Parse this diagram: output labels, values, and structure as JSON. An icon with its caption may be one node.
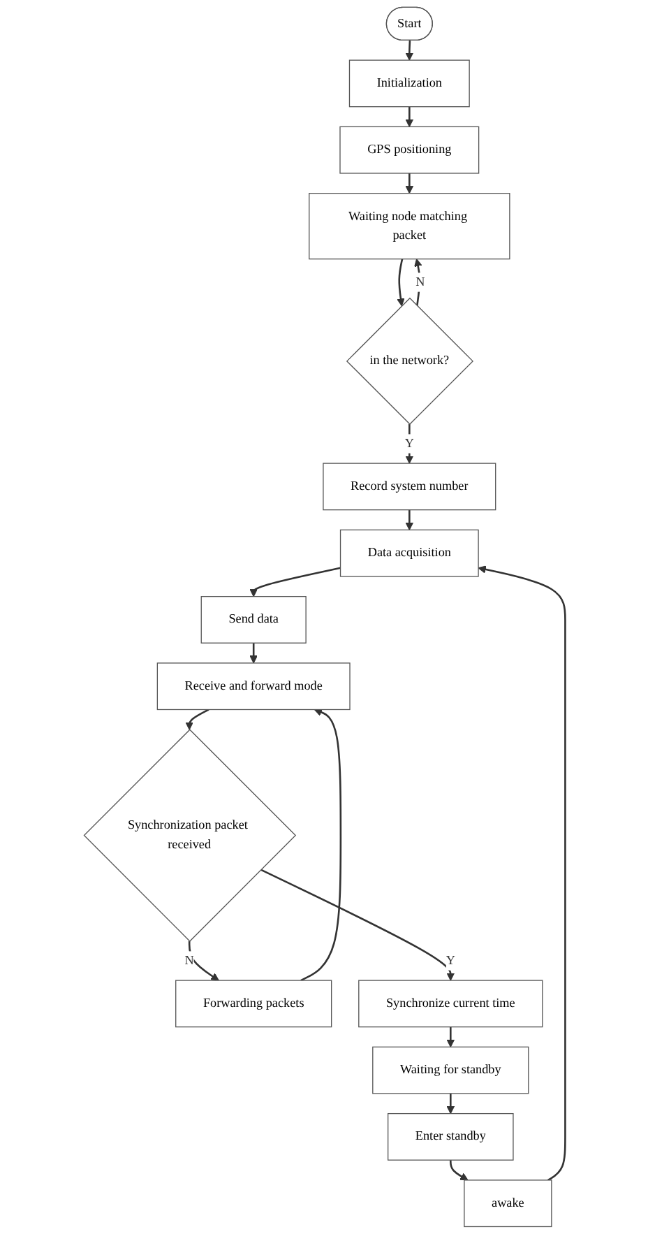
{
  "diagram": {
    "nodes": [
      {
        "text": [
          "Start"
        ]
      },
      {
        "text": [
          "Initialization"
        ]
      },
      {
        "text": [
          "GPS positioning"
        ]
      },
      {
        "text": [
          "Waiting node matching packet"
        ]
      },
      {
        "text": [
          "in the network?"
        ]
      },
      {
        "text": [
          "Record system number"
        ]
      },
      {
        "text": [
          "Data acquisition"
        ]
      },
      {
        "text": [
          "Send data"
        ]
      },
      {
        "text": [
          "Receive and forward mode"
        ]
      },
      {
        "text": [
          "Synchronization packet received"
        ]
      },
      {
        "text": [
          "Forwarding packets"
        ]
      },
      {
        "text": [
          "Synchronize current time"
        ]
      },
      {
        "text": [
          "Waiting for standby"
        ]
      },
      {
        "text": [
          "Enter standby"
        ]
      },
      {
        "text": [
          "awake"
        ]
      }
    ],
    "edges": [
      {
        "from": 0,
        "to": 1,
        "arrow": "to"
      },
      {
        "from": 1,
        "to": 2,
        "arrow": "to"
      },
      {
        "from": 2,
        "to": 3,
        "arrow": "to"
      },
      {
        "from": 3,
        "to": 4,
        "arrow": "to"
      },
      {
        "from": 4,
        "to": 3,
        "arrow": "to",
        "label": "N"
      },
      {
        "from": 4,
        "to": 5,
        "arrow": "to",
        "label": "Y"
      },
      {
        "from": 5,
        "to": 6,
        "arrow": "to"
      },
      {
        "from": 6,
        "to": 7,
        "arrow": "to"
      },
      {
        "from": 7,
        "to": 8,
        "arrow": "to"
      },
      {
        "from": 8,
        "to": 9,
        "arrow": "to"
      },
      {
        "from": 9,
        "to": 10,
        "arrow": "to",
        "label": "N"
      },
      {
        "from": 10,
        "to": 8,
        "arrow": "to"
      },
      {
        "from": 9,
        "to": 11,
        "arrow": "to",
        "label": "Y"
      },
      {
        "from": 11,
        "to": 12,
        "arrow": "to"
      },
      {
        "from": 12,
        "to": 13,
        "arrow": "to"
      },
      {
        "from": 13,
        "to": 14,
        "arrow": "to"
      },
      {
        "from": 14,
        "to": 6,
        "arrow": "to"
      }
    ]
  }
}
